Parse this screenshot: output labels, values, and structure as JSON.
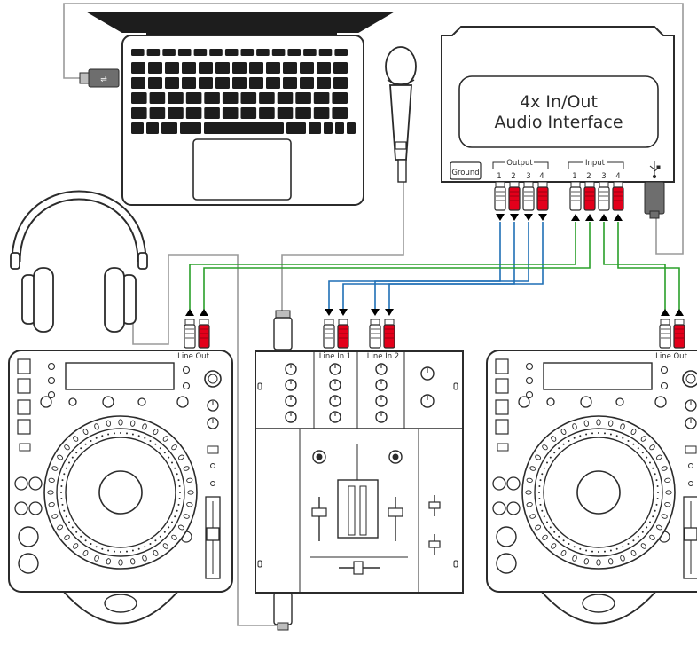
{
  "interface": {
    "title_line1": "4x In/Out",
    "title_line2": "Audio Interface",
    "ground_label": "Ground",
    "output_label": "Output",
    "input_label": "Input",
    "output_channels": [
      "1",
      "2",
      "3",
      "4"
    ],
    "input_channels": [
      "1",
      "2",
      "3",
      "4"
    ]
  },
  "left_player": {
    "port_label": "Line Out"
  },
  "right_player": {
    "port_label": "Line Out"
  },
  "mixer": {
    "line_in_1_label": "Line In 1",
    "line_in_2_label": "Line In 2"
  },
  "colors": {
    "output_cable": "#1f6fb5",
    "input_cable": "#2aa02a",
    "red_plug": "#e3001b",
    "outline": "#2b2b2b",
    "gray_wire": "#9a9a9a"
  },
  "icons": [
    "laptop-icon",
    "usb-plug-icon",
    "microphone-icon",
    "headphones-icon",
    "cd-player-icon",
    "dj-mixer-icon",
    "usb-symbol-icon",
    "rca-plug-icon"
  ]
}
